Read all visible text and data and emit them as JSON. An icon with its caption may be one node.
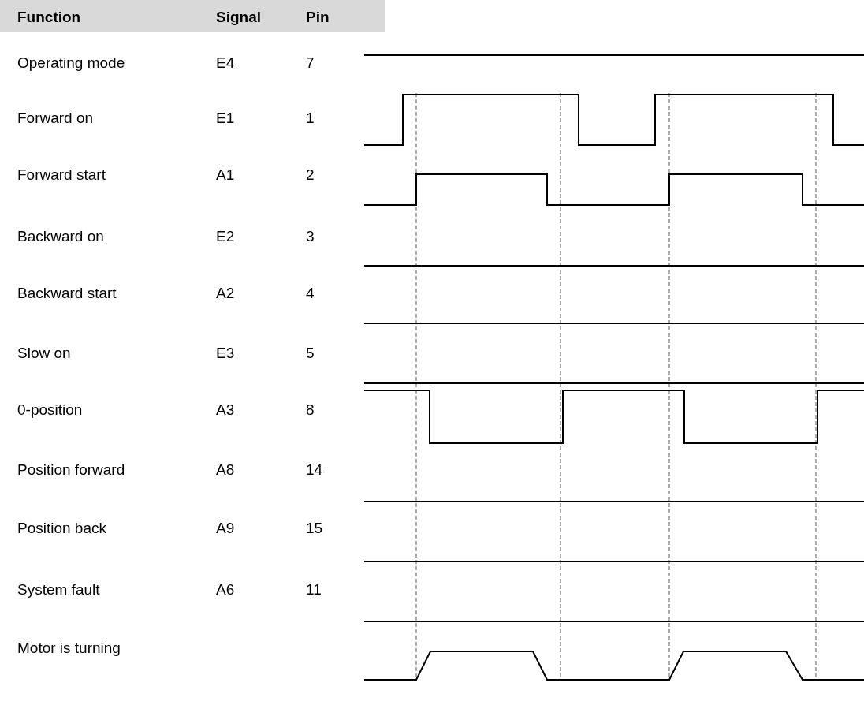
{
  "diagram": {
    "labels": [
      "Function",
      "Signal",
      "Pin",
      "Operating mode",
      "E4",
      "7",
      "Forward on",
      "E1",
      "1",
      "Forward start",
      "A1",
      "2",
      "Backward on",
      "E2",
      "3",
      "Backward start",
      "A2",
      "4",
      "Slow on",
      "E3",
      "5",
      "0-position",
      "A3",
      "8",
      "Position forward",
      "A8",
      "14",
      "Position back",
      "A9",
      "15",
      "System fault",
      "A6",
      "11",
      "Motor is turning"
    ]
  }
}
